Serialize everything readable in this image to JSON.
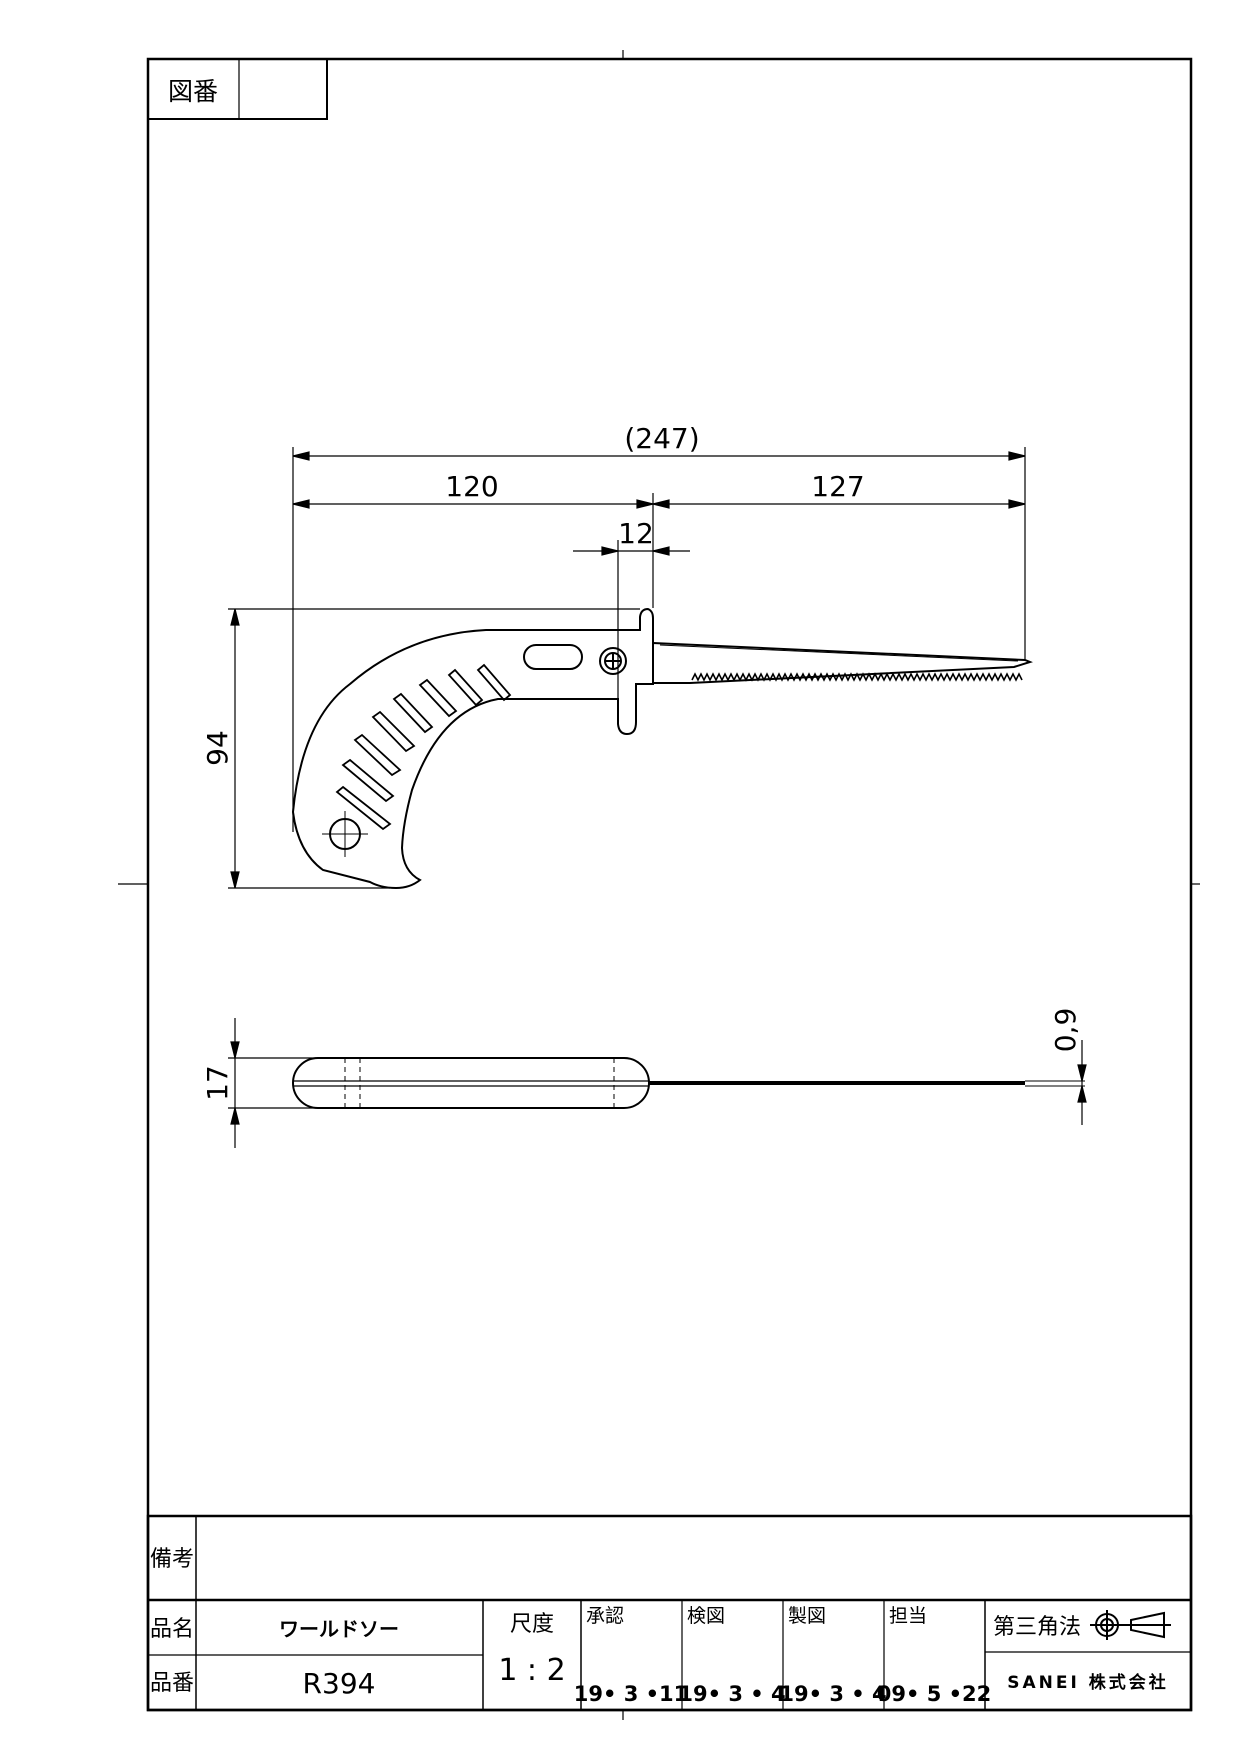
{
  "frame": {
    "zuban_label": "図番",
    "zuban_value": ""
  },
  "dimensions": {
    "total_length": "(247)",
    "handle_length": "120",
    "blade_length": "127",
    "guard_width": "12",
    "height": "94",
    "handle_thickness": "17",
    "blade_thickness": "0,9"
  },
  "title_block": {
    "remarks_label": "備考",
    "remarks_value": "",
    "product_name_label": "品名",
    "product_name": "ワールドソー",
    "product_code_label": "品番",
    "product_code": "R394",
    "scale_label": "尺度",
    "scale_value": "1 : 2",
    "approval_label": "承認",
    "approval_date": "19• 3 •11",
    "inspection_label": "検図",
    "inspection_date": "19• 3 • 4",
    "drafting_label": "製図",
    "drafting_date": "19• 3 • 4",
    "charge_label": "担当",
    "charge_date": "09• 5 •22",
    "projection_label": "第三角法",
    "company": "SANEI 株式会社"
  }
}
